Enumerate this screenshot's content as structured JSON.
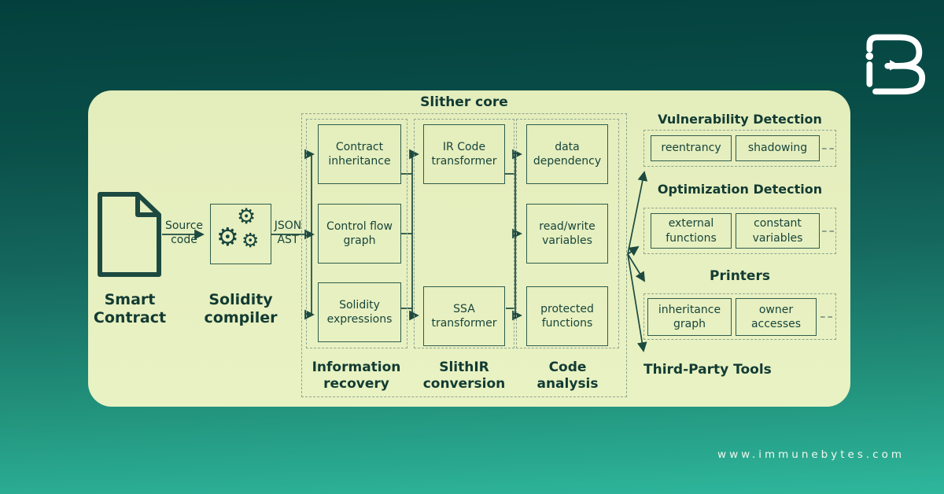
{
  "flow": {
    "source_label": "Smart\nContract",
    "compiler_label": "Solidity\ncompiler",
    "edge_source": "Source\ncode",
    "edge_ast": "JSON\nAST"
  },
  "icons": {
    "gear": "⚙"
  },
  "core": {
    "title": "Slither core",
    "columns": [
      {
        "label": "Information\nrecovery",
        "boxes": [
          "Contract\ninheritance",
          "Control flow\ngraph",
          "Solidity\nexpressions"
        ]
      },
      {
        "label": "SlithIR\nconversion",
        "boxes": [
          "IR Code\ntransformer",
          "SSA\ntransformer"
        ]
      },
      {
        "label": "Code\nanalysis",
        "boxes": [
          "data\ndependency",
          "read/write\nvariables",
          "protected\nfunctions"
        ]
      }
    ]
  },
  "outputs": {
    "vulnerability": {
      "heading": "Vulnerability Detection",
      "items": [
        "reentrancy",
        "shadowing"
      ]
    },
    "optimization": {
      "heading": "Optimization Detection",
      "items": [
        "external\nfunctions",
        "constant\nvariables"
      ]
    },
    "printers": {
      "heading": "Printers",
      "items": [
        "inheritance\ngraph",
        "owner\naccesses"
      ]
    },
    "third_party": {
      "heading": "Third-Party Tools"
    }
  },
  "footer": {
    "url": "www.immunebytes.com"
  }
}
